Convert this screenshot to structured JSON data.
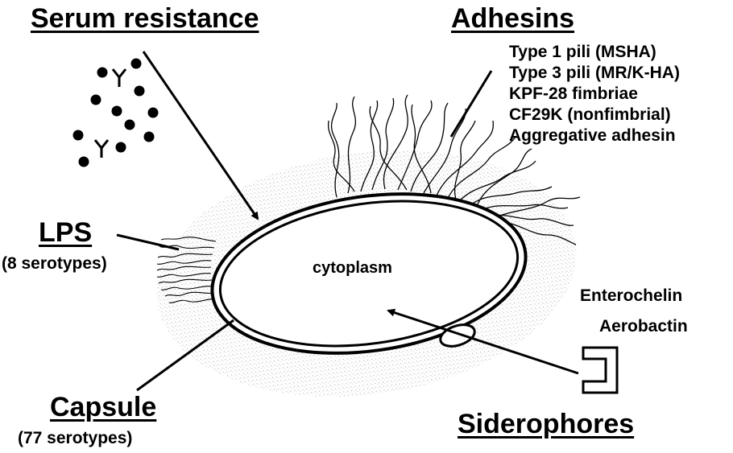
{
  "labels": {
    "serum_resistance": "Serum resistance",
    "adhesins": "Adhesins",
    "lps": "LPS",
    "lps_sub": "(8 serotypes)",
    "capsule": "Capsule",
    "capsule_sub": "(77 serotypes)",
    "siderophores": "Siderophores",
    "cytoplasm": "cytoplasm",
    "enterochelin": "Enterochelin",
    "aerobactin": "Aerobactin"
  },
  "adhesin_types": [
    "Type 1 pili (MSHA)",
    "Type 3 pili (MR/K-HA)",
    "KPF-28 fimbriae",
    "CF29K (nonfimbrial)",
    "Aggregative adhesin"
  ],
  "icons": {
    "antibody": "antibody-Y-icon",
    "complement": "complement-dot-icon",
    "siderophore": "siderophore-bracket-icon",
    "porin": "membrane-receptor-icon"
  },
  "colors": {
    "ink": "#000000",
    "capsule_stipple": "#b8b8b8",
    "background": "#ffffff"
  }
}
